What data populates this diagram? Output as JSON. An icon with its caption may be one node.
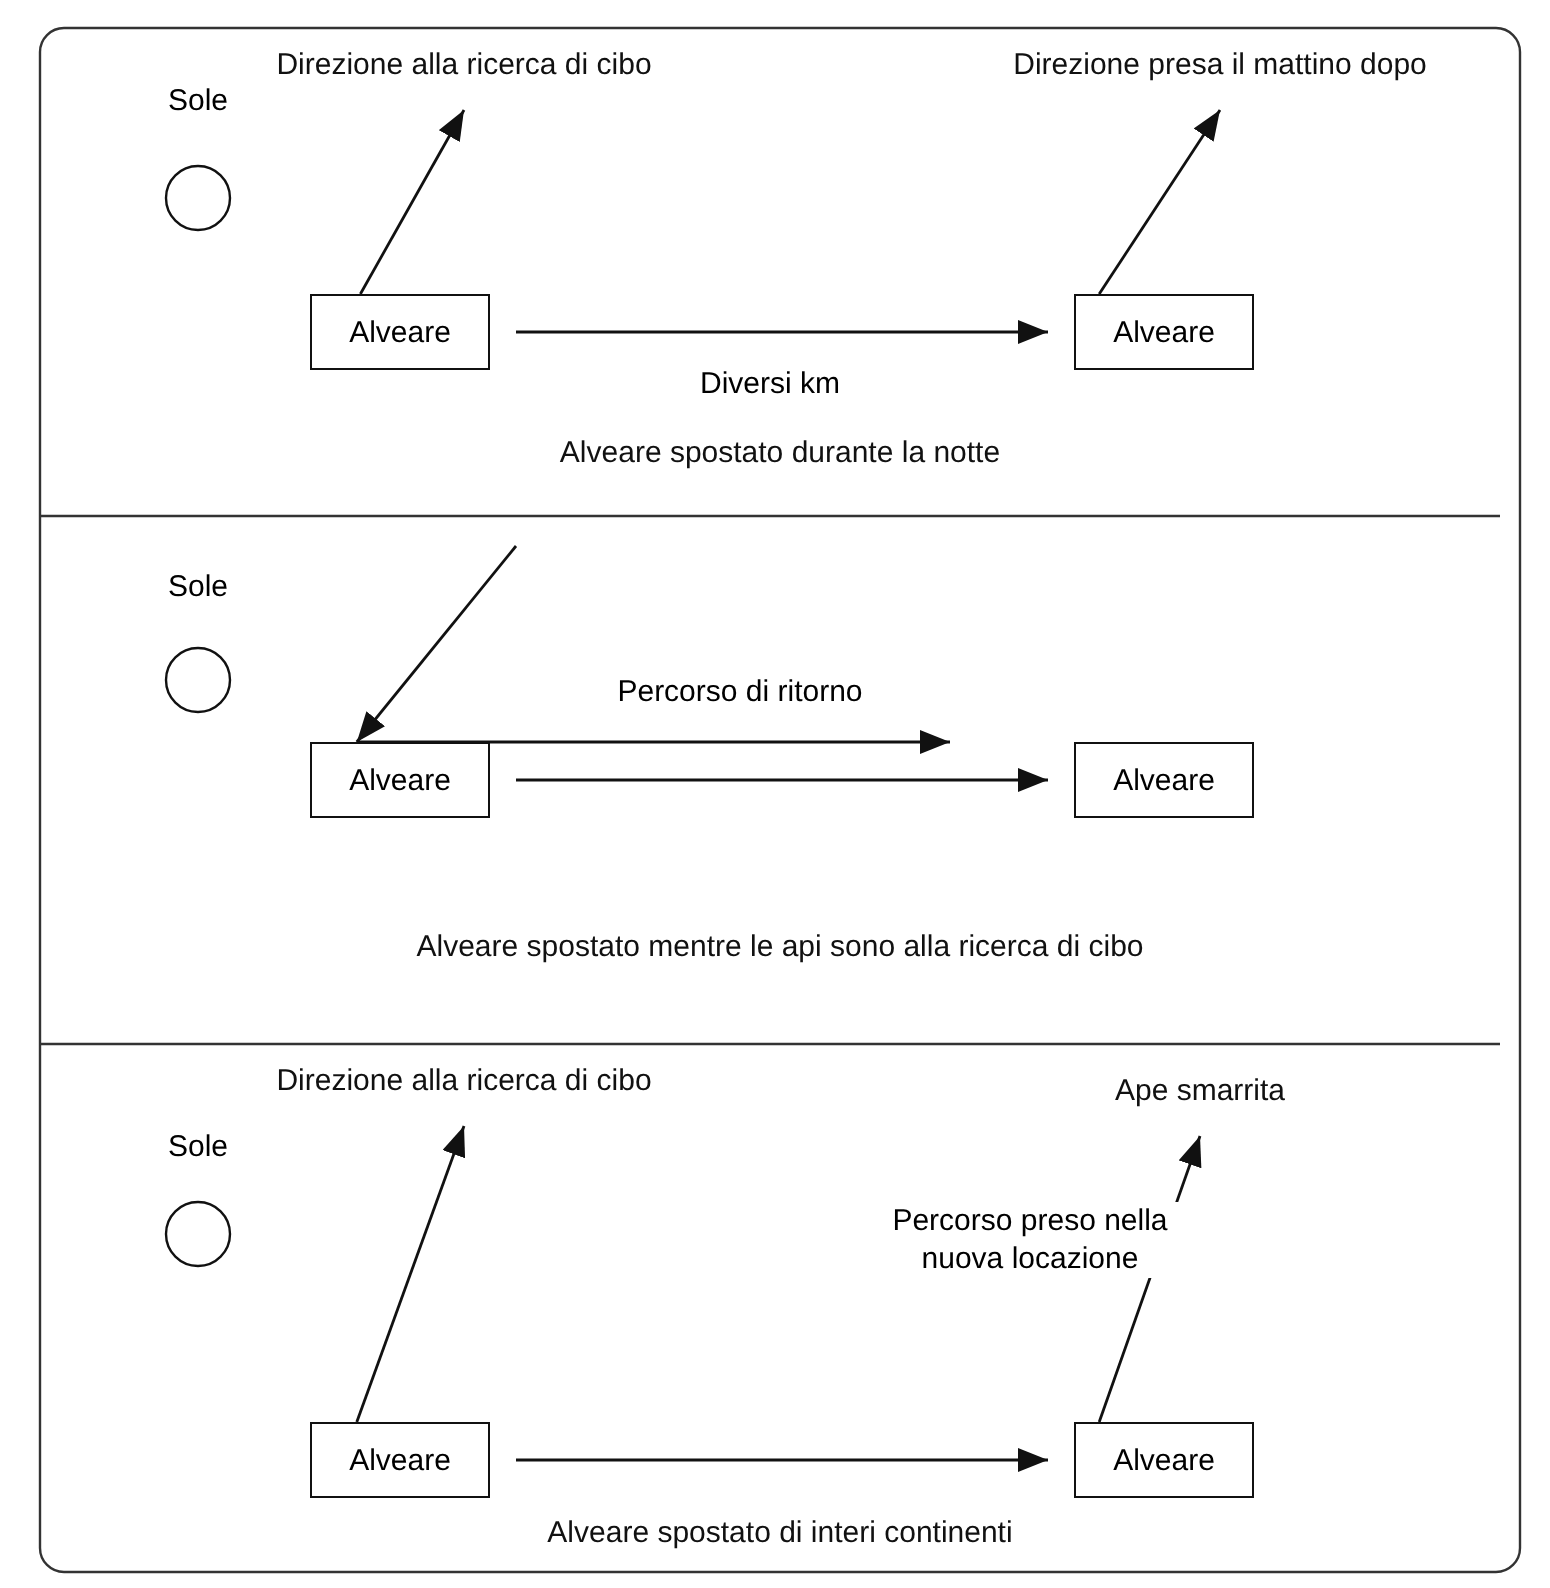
{
  "diagram": {
    "nodes": [
      {
        "text": [
          "Sole"
        ]
      },
      {
        "text": [
          "Direzione alla ricerca di cibo"
        ]
      },
      {
        "text": [
          "Direzione presa il mattino dopo"
        ]
      },
      {
        "text": [
          "Alveare"
        ]
      },
      {
        "text": [
          "Alveare"
        ]
      },
      {
        "text": [
          "Sole"
        ]
      },
      {
        "text": [
          "Alveare"
        ]
      },
      {
        "text": [
          "Alveare"
        ]
      },
      {
        "text": [
          "Sole"
        ]
      },
      {
        "text": [
          "Direzione alla ricerca di cibo"
        ]
      },
      {
        "text": [
          "Ape smarrita"
        ]
      },
      {
        "text": [
          "Alveare"
        ]
      },
      {
        "text": [
          "Alveare"
        ]
      }
    ],
    "edges": [
      {
        "from": 3,
        "to": 4,
        "arrow": "to",
        "label": "Diversi km"
      },
      {
        "from": 3,
        "to": 1,
        "arrow": "to"
      },
      {
        "from": 4,
        "to": 2,
        "arrow": "to"
      },
      {
        "from": null,
        "to": 6,
        "arrow": "to"
      },
      {
        "from": 6,
        "to": null,
        "arrow": "to",
        "label": "Percorso di ritorno"
      },
      {
        "from": 6,
        "to": 7,
        "arrow": "to"
      },
      {
        "from": 11,
        "to": 12,
        "arrow": "to"
      },
      {
        "from": 11,
        "to": 9,
        "arrow": "to"
      },
      {
        "from": 12,
        "to": 10,
        "arrow": "to",
        "label": "Percorso preso nella nuova locazione"
      }
    ],
    "labels": [
      "Alveare spostato durante la notte",
      "Alveare spostato mentre le api sono alla ricerca di cibo",
      "Alveare spostato di interi continenti"
    ]
  }
}
